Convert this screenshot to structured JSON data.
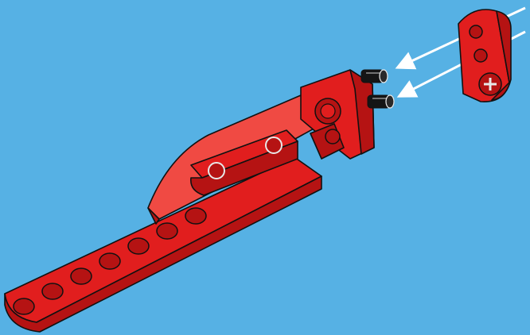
{
  "colors": {
    "background": "#56B1E4",
    "part_red": "#E11E1E",
    "part_red_dark": "#B51313",
    "part_red_light": "#F04A43",
    "outline": "#111111",
    "pin_black": "#151515",
    "pin_highlight": "#E8E8E8",
    "arrow": "#FFFFFF"
  },
  "diagram": {
    "kind": "assembly-instruction",
    "step_parts": [
      {
        "name": "beam-with-curved-panel",
        "icon": "lego-beam"
      },
      {
        "name": "angle-connector",
        "icon": "lego-connector"
      },
      {
        "name": "friction-pin",
        "icon": "lego-pin",
        "count": 2
      },
      {
        "name": "three-hole-link-with-axle",
        "icon": "lego-link"
      }
    ],
    "arrows": 2
  }
}
